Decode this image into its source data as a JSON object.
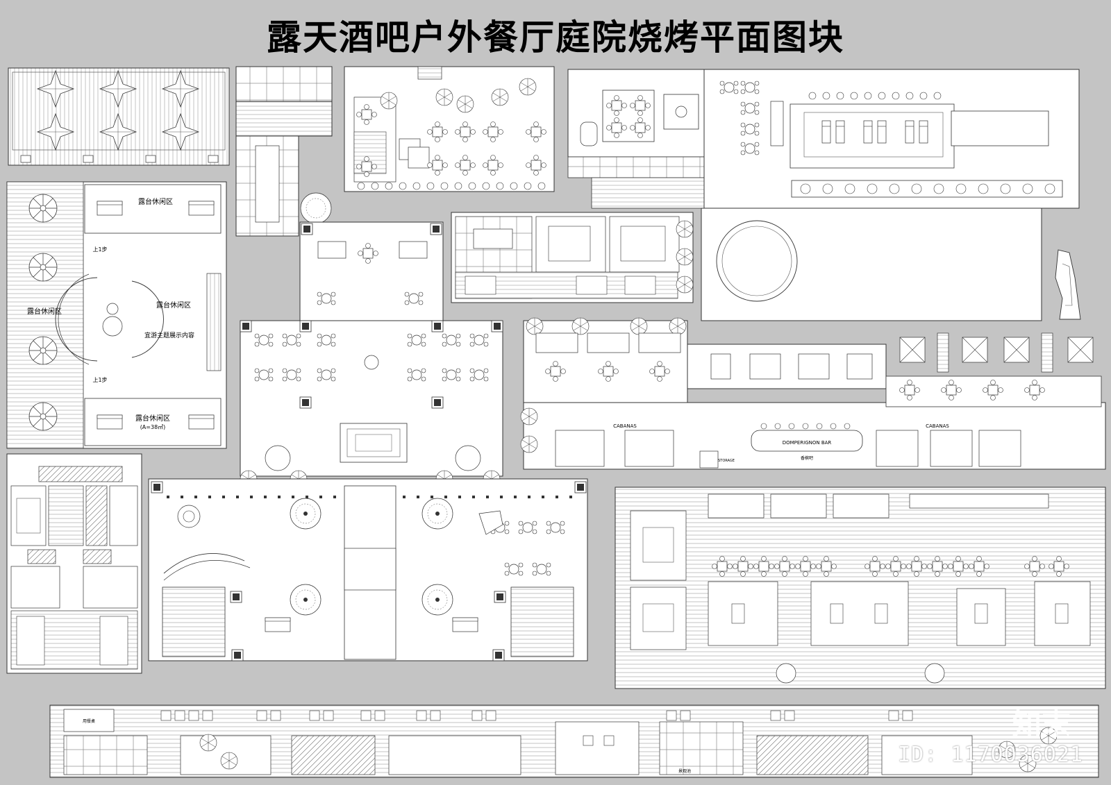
{
  "title": "露天酒吧户外餐厅庭院烧烤平面图块",
  "id_label": "ID: 1170036021",
  "watermark": "知末",
  "labels": {
    "terrace_lounge": "露台休闲区",
    "terrace_lounge_area": "(A=38㎡)",
    "step_up": "上1步",
    "theme_display": "宜游主题展示内容",
    "cabanas": "CABANAS",
    "bar_name": "DOMPERIGNON BAR",
    "bar_cn": "香槟吧",
    "storage": "STORAGE",
    "scenic_pool": "景观池",
    "table_label": "用餐桌"
  }
}
